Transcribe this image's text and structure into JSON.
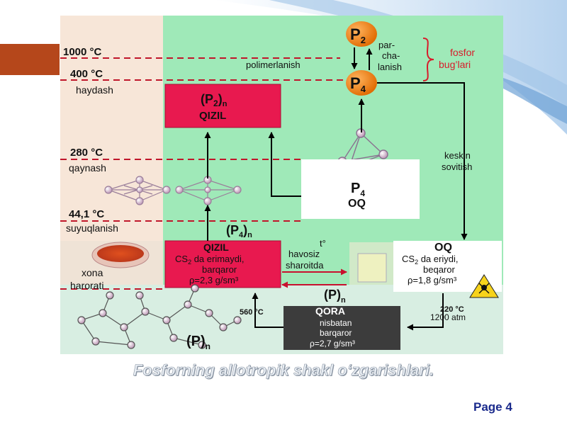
{
  "temperatures": [
    {
      "value": "1000 °C",
      "note": ""
    },
    {
      "value": "400 °C",
      "note": "haydash"
    },
    {
      "value": "280 °C",
      "note": "qaynash"
    },
    {
      "value": "44,1 °C",
      "note": "suyuqlanish"
    },
    {
      "value": "",
      "note": "xona"
    },
    {
      "value": "",
      "note": "harorati"
    }
  ],
  "nodes": {
    "p2_gas": {
      "label": "P",
      "sub": "2"
    },
    "p4_gas": {
      "label": "P",
      "sub": "4"
    },
    "red_polymer": {
      "title": "(P",
      "title_sub": "2",
      "title_end": ")",
      "title_n": "n",
      "name": "QIZIL"
    },
    "white_p4": {
      "title": "P",
      "title_sub": "4",
      "name": "OQ"
    },
    "red_phosphorus": {
      "title": "QIZIL",
      "line1_pre": "CS",
      "line1_sub": "2",
      "line1_post": " da erimaydi,",
      "line2": "barqaror",
      "line3": "ρ=2,3 g/sm³"
    },
    "white_phosphorus": {
      "title": "OQ",
      "line1_pre": "CS",
      "line1_sub": "2",
      "line1_post": " da eriydi,",
      "line2": "beqaror",
      "line3": "ρ=1,8 g/sm³"
    },
    "black_phosphorus": {
      "title": "QORA",
      "line1": "nisbatan",
      "line2": "barqaror",
      "line3": "ρ=2,7 g/sm³"
    }
  },
  "labels": {
    "polymerization": "polimerlanish",
    "decomposition": [
      "par-",
      "cha-",
      "lanish"
    ],
    "vapors": [
      "fosfor",
      "bug’lari"
    ],
    "rapid_cooling": [
      "keskin",
      "sovitish"
    ],
    "airless": [
      "t°",
      "havosiz",
      "sharoitda"
    ],
    "p4n": {
      "pre": "(P",
      "sub": "4",
      "post": ")",
      "n": "n"
    },
    "pn_mid": {
      "pre": "(P)",
      "n": "n"
    },
    "pn_bottom": {
      "pre": "(P)",
      "n": "n"
    },
    "t560": "560 °C",
    "t220": "220 °C",
    "atm1200": "1200 atm"
  },
  "caption": "Fosforning allotropik shakl o‘zgarishlari.",
  "page": "Page 4",
  "colors": {
    "left_panel": "#f7e6d8",
    "main_panel": "#9fe9b8",
    "lower_panel": "#d8eee2",
    "red_box": "#e8194f",
    "black_box": "#3c3c3c",
    "sphere": "#f07c10",
    "accent_bar": "#b5471b",
    "page_number": "#1a2a8c"
  }
}
